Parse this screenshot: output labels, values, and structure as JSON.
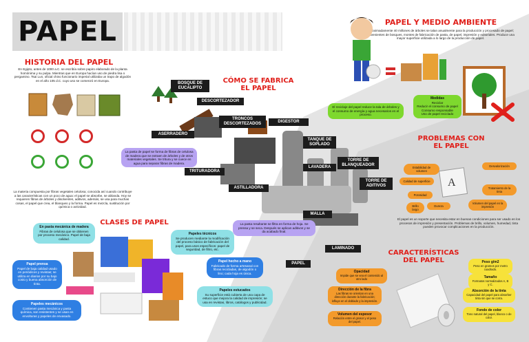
{
  "title": "PAPEL",
  "historia": {
    "heading": "HISTORIA DEL PAPEL",
    "intro": "En Egipto, antes de 1000 a.C. se escribía sobre papiro elaborado de la planta homónima y su pulpa. Mientras que en Europa hacían uso de piedra lisa o pergamino. Tsai Lun, oficial chino funcionario imperial utilizaba un trapo de algodón en el año 105 d.C. cuyo uso se comenzó en Europa.",
    "body": "La materia compuesta por fibras vegetales celulosa; conocida así cuando contribuye a las características con un poco de agua: el papel se absorbe, se ablanda. Hoy se requieren fibras de árboles y disolventes, aditivos, además, se usa para muchas cosas, el papel que crea, el blanqueo y la forma. Papel es mezcla, sustitución por química o actividad."
  },
  "fabrica": {
    "heading": "CÓMO SE FABRICA EL PAPEL",
    "labels": [
      "BOSQUE DE EUCALIPTO",
      "DESCORTEZADOR",
      "TRONCOS DESCORTEZADOS",
      "DIGESTOR",
      "ASERRADERO",
      "TANQUE DE SOPLADO",
      "LAVADERA",
      "TORRE DE BLANQUEADOR",
      "TRITURADORA",
      "ASTILLADORA",
      "TORRE DE ADITIVOS",
      "MALLA",
      "LAMINADO",
      "PAPEL"
    ],
    "note1": "La pasta de papel se forma de fibras de celulosa de madera que se extraen de árboles y de otros materiales vegetales. Se tritura y se cuece en agua para separar fibras de madera.",
    "note2": "La pasta resultante se filtra en forma de hoja. Se prensa y se seca. Después se aplican aditivos y se da acabado final."
  },
  "medio": {
    "heading": "PAPEL Y MEDIO AMBIENTE",
    "intro": "Aproximadamente 40 millones de árboles se talan anualmente para la producción y procesado de papel; provenientes de bosques, montes de fabricación de pasta, de papel, impresión y editoriales. Produce una mayor superficie utilizada a lo largo de la producción de papel.",
    "green_note": "El reciclaje del papel reduce la tala de árboles y el consumo de energía y agua necesarios en el proceso.",
    "medidas_title": "Medidas",
    "medidas": [
      "Reciclar",
      "Reducir el consumo de papel",
      "Consumo responsable",
      "Uso de papel reciclado"
    ]
  },
  "problemas": {
    "heading": "PROBLEMAS CON EL PAPEL",
    "items": [
      "Estabilidad de volumen",
      "Desvalorización",
      "Calidad de superficie",
      "Porosidad",
      "Tratamiento de la tinta",
      "Dureza",
      "Brillo largo",
      "Volumen del papel en la impresión"
    ],
    "footer": "El papel es un soporte que necesita estar en buenas condiciones para ser usado en los procesos de impresión y presentación. Problemas de brillo, volumen, humedad, tinta pueden provocar complicaciones en la producción."
  },
  "clases": {
    "heading": "CLASES DE PAPEL",
    "pasta": {
      "title": "En pasta mecánica de madera",
      "text": "Fibras de celulosa que se obtienen por proceso mecánico. Papel de baja calidad."
    },
    "prensa": {
      "title": "Papel prensa",
      "text": "Papel de baja calidad usado en periódicos y revistas; se utiliza en diarios por su bajo costo y buena absorción de tinta."
    },
    "mecanico": {
      "title": "Papeles mecánicos",
      "text": "Contienen pasta mecánica y pasta química, son resistentes y se usan en envolturas y papeles de envasado."
    },
    "tecnicos": {
      "title": "Papeles técnicos",
      "text": "Se producen mediante la modificación del proceso básico de fabricación del papel, para usos específicos: papel de seguridad, de filtro, etc."
    },
    "mano": {
      "title": "Papel hecho a mano",
      "text": "Fabricado de forma artesanal con fibras recicladas, de algodón o lino; cada hoja es única."
    },
    "estucados": {
      "title": "Papeles estucados",
      "text": "Su superficie está cubierta de una capa de estuco que mejora la calidad de impresión; se usa en revistas, libros, catálogos y publicidad."
    }
  },
  "caracteristicas": {
    "heading": "CARACTERÍSTICAS DEL PAPEL",
    "opacidad": {
      "title": "Opacidad",
      "text": "Impide que se vea el contenido al otro lado"
    },
    "fibra": {
      "title": "Dirección de la fibra",
      "text": "Las fibras se orientan en una dirección durante la fabricación; influye en el doblado y la impresión."
    },
    "volumen": {
      "title": "Volumen del espesor",
      "text": "Relación entre el grosor y el peso del papel."
    },
    "peso": {
      "title": "Peso g/m2",
      "text": "Peso en gramos por metro cuadrado."
    },
    "tamano": {
      "title": "Tamaño",
      "text": "Formatos normalizados A, B y C."
    },
    "absorcion": {
      "title": "Absorción de la tinta",
      "text": "Capacidad del papel para absorber tinta sin que se corra."
    },
    "color": {
      "title": "Fondo de color",
      "text": "Tono natural del papel, blanco o de color."
    }
  },
  "colors": {
    "red": "#e0201b",
    "teal": "#8fe0e6",
    "blue": "#2f7fe3",
    "purple": "#b7a3f2",
    "green": "#7ed82e",
    "orange": "#f39a2b",
    "yellow": "#f7e23a"
  }
}
